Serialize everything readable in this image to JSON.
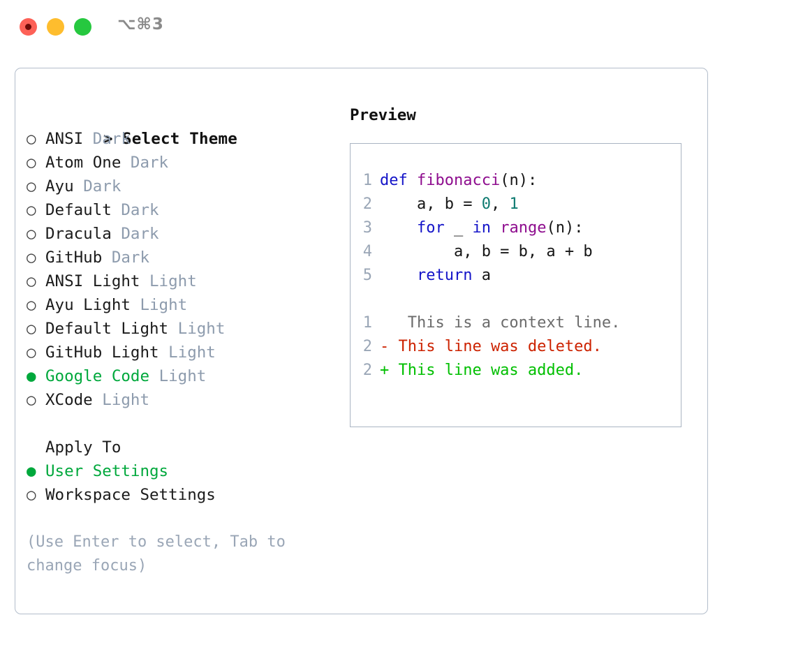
{
  "window": {
    "title_shortcut": "⌥⌘3",
    "traffic_lights": [
      {
        "name": "close",
        "color": "#fd6157"
      },
      {
        "name": "minimize",
        "color": "#febd2e"
      },
      {
        "name": "maximize",
        "color": "#26c83f"
      }
    ]
  },
  "theme_picker": {
    "header": "Select Theme",
    "caret": ">",
    "bullet_unselected": "○",
    "bullet_selected": "●",
    "accent_color": "#00a83c",
    "variant_color": "#8d9bad",
    "items": [
      {
        "name": "ANSI",
        "variant": "Dark",
        "selected": false
      },
      {
        "name": "Atom One",
        "variant": "Dark",
        "selected": false
      },
      {
        "name": "Ayu",
        "variant": "Dark",
        "selected": false
      },
      {
        "name": "Default",
        "variant": "Dark",
        "selected": false
      },
      {
        "name": "Dracula",
        "variant": "Dark",
        "selected": false
      },
      {
        "name": "GitHub",
        "variant": "Dark",
        "selected": false
      },
      {
        "name": "ANSI Light",
        "variant": "Light",
        "selected": false
      },
      {
        "name": "Ayu Light",
        "variant": "Light",
        "selected": false
      },
      {
        "name": "Default Light",
        "variant": "Light",
        "selected": false
      },
      {
        "name": "GitHub Light",
        "variant": "Light",
        "selected": false
      },
      {
        "name": "Google Code",
        "variant": "Light",
        "selected": true
      },
      {
        "name": "XCode",
        "variant": "Light",
        "selected": false
      }
    ]
  },
  "apply_to": {
    "label": "Apply To",
    "options": [
      {
        "name": "User Settings",
        "selected": true
      },
      {
        "name": "Workspace Settings",
        "selected": false
      }
    ]
  },
  "hint": "(Use Enter to select, Tab to change focus)",
  "preview": {
    "title": "Preview",
    "code_lines": [
      {
        "number": "1",
        "tokens": [
          {
            "text": "def ",
            "type": "kw"
          },
          {
            "text": "fibonacci",
            "type": "fn"
          },
          {
            "text": "(n):",
            "type": "pl"
          }
        ]
      },
      {
        "number": "2",
        "tokens": [
          {
            "text": "    a, b = ",
            "type": "pl"
          },
          {
            "text": "0",
            "type": "num"
          },
          {
            "text": ", ",
            "type": "pl"
          },
          {
            "text": "1",
            "type": "num"
          }
        ]
      },
      {
        "number": "3",
        "tokens": [
          {
            "text": "    ",
            "type": "pl"
          },
          {
            "text": "for",
            "type": "kw"
          },
          {
            "text": " _ ",
            "type": "pl"
          },
          {
            "text": "in",
            "type": "kw"
          },
          {
            "text": " ",
            "type": "pl"
          },
          {
            "text": "range",
            "type": "fn"
          },
          {
            "text": "(n):",
            "type": "pl"
          }
        ]
      },
      {
        "number": "4",
        "tokens": [
          {
            "text": "        a, b = b, a + b",
            "type": "pl"
          }
        ]
      },
      {
        "number": "5",
        "tokens": [
          {
            "text": "    ",
            "type": "pl"
          },
          {
            "text": "return",
            "type": "kw"
          },
          {
            "text": " a",
            "type": "pl"
          }
        ]
      }
    ],
    "diff_lines": [
      {
        "number": "1",
        "marker": " ",
        "text": "  This is a context line.",
        "type": "ctx"
      },
      {
        "number": "2",
        "marker": "-",
        "text": " This line was deleted.",
        "type": "del"
      },
      {
        "number": "2",
        "marker": "+",
        "text": " This line was added.",
        "type": "add"
      }
    ],
    "diff_colors": {
      "context": "#6b6b6b",
      "deleted": "#cc2200",
      "added": "#00bf00"
    },
    "syntax_colors": {
      "keyword": "#1414c8",
      "function": "#8e0d8e",
      "number": "#0d7a70",
      "plain": "#151515",
      "line_number": "#9aa6b6"
    }
  }
}
